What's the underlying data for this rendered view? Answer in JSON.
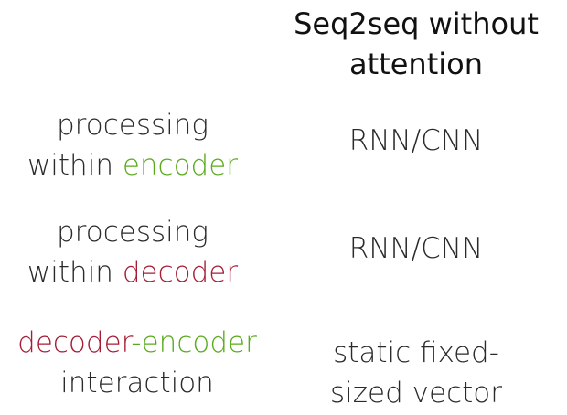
{
  "colors": {
    "encoder": "#5aaa1e",
    "decoder": "#a51c34",
    "text": "#2a2a2a"
  },
  "column_header": {
    "line1": "Seq2seq without",
    "line2": "attention"
  },
  "rows": [
    {
      "label_line1": "processing",
      "label_line2_prefix": "within ",
      "label_line2_highlight": "encoder",
      "value": "RNN/CNN"
    },
    {
      "label_line1": "processing",
      "label_line2_prefix": "within ",
      "label_line2_highlight": "decoder",
      "value": "RNN/CNN"
    },
    {
      "label_line1_part1": "decoder",
      "label_line1_sep": "-",
      "label_line1_part2": "encoder",
      "label_line2": "interaction",
      "value_line1": "static fixed-",
      "value_line2": "sized vector"
    }
  ]
}
